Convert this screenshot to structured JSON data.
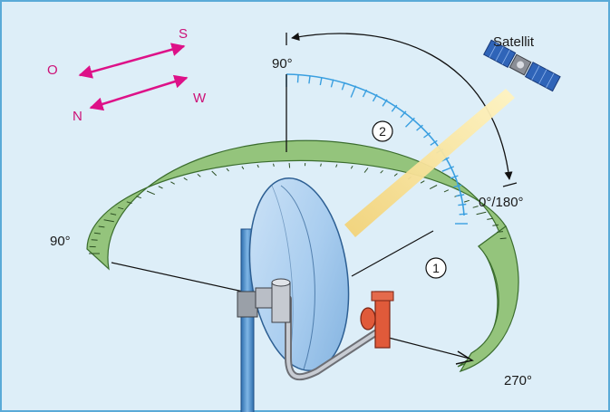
{
  "compass": {
    "north": "N",
    "south": "S",
    "east": "O",
    "west": "W"
  },
  "labels": {
    "satellite": "Satellit",
    "elevation_top": "90°",
    "elevation_zero": "0°/180°",
    "azimuth_left": "90°",
    "azimuth_right": "270°"
  },
  "markers": {
    "azimuth": "1",
    "elevation": "2"
  },
  "colors": {
    "background": "#ddeef8",
    "frame": "#5aaad8",
    "compass": "#dd1188",
    "azimuth_scale": "#94c47c",
    "elevation_scale": "#3a9fe0",
    "dish": "#a9cdef",
    "signal_beam": "#f6dc8a",
    "lnb": "#e05a3a",
    "pole": "#4d8fc8"
  }
}
